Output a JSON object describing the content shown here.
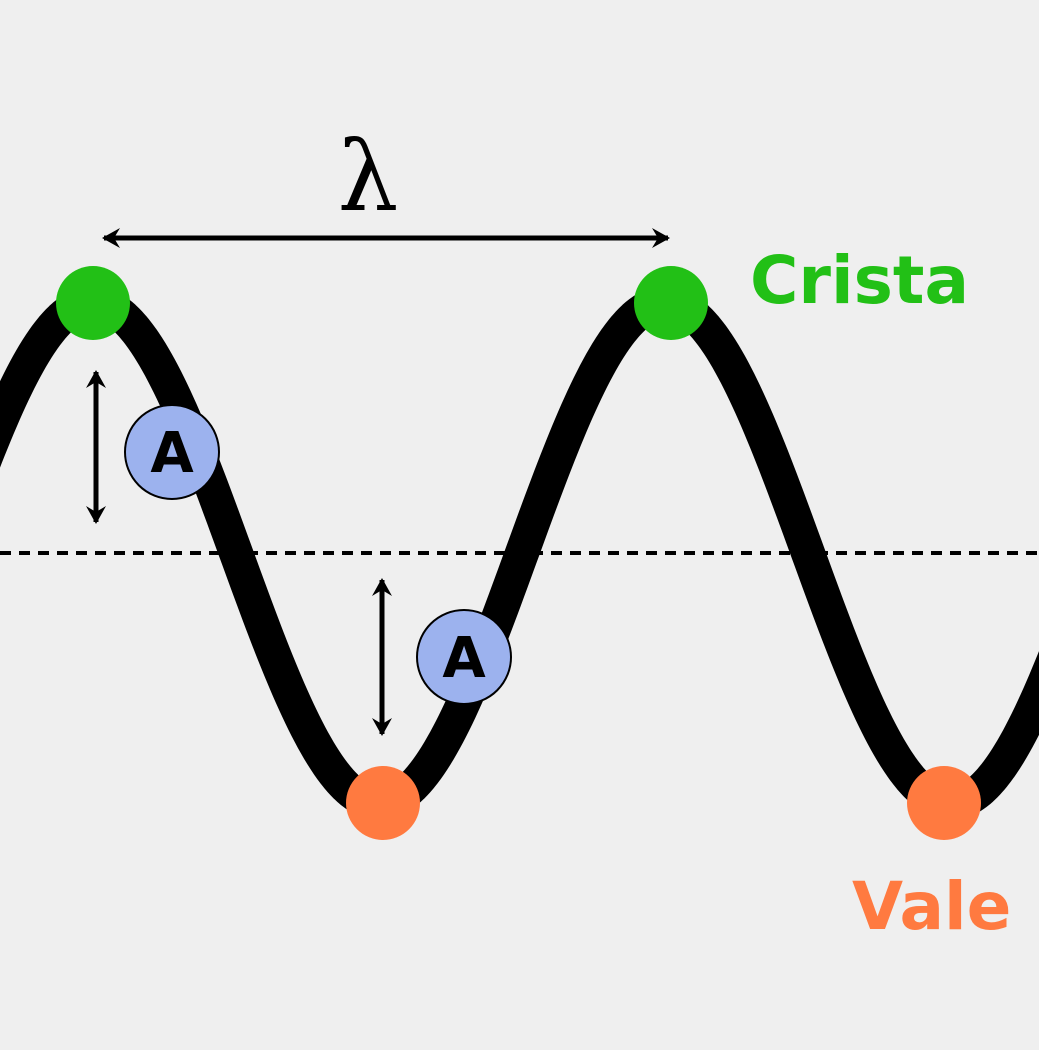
{
  "symbols": {
    "wavelength": "λ",
    "amplitude_upper": "A",
    "amplitude_lower": "A"
  },
  "labels": {
    "crest": "Crista",
    "trough": "Vale"
  },
  "colors": {
    "background": "#efefef",
    "wave": "#000000",
    "crest": "#22c016",
    "trough": "#ff7a40",
    "amplitude_badge": "#9cb2ee",
    "midline": "#000000"
  }
}
